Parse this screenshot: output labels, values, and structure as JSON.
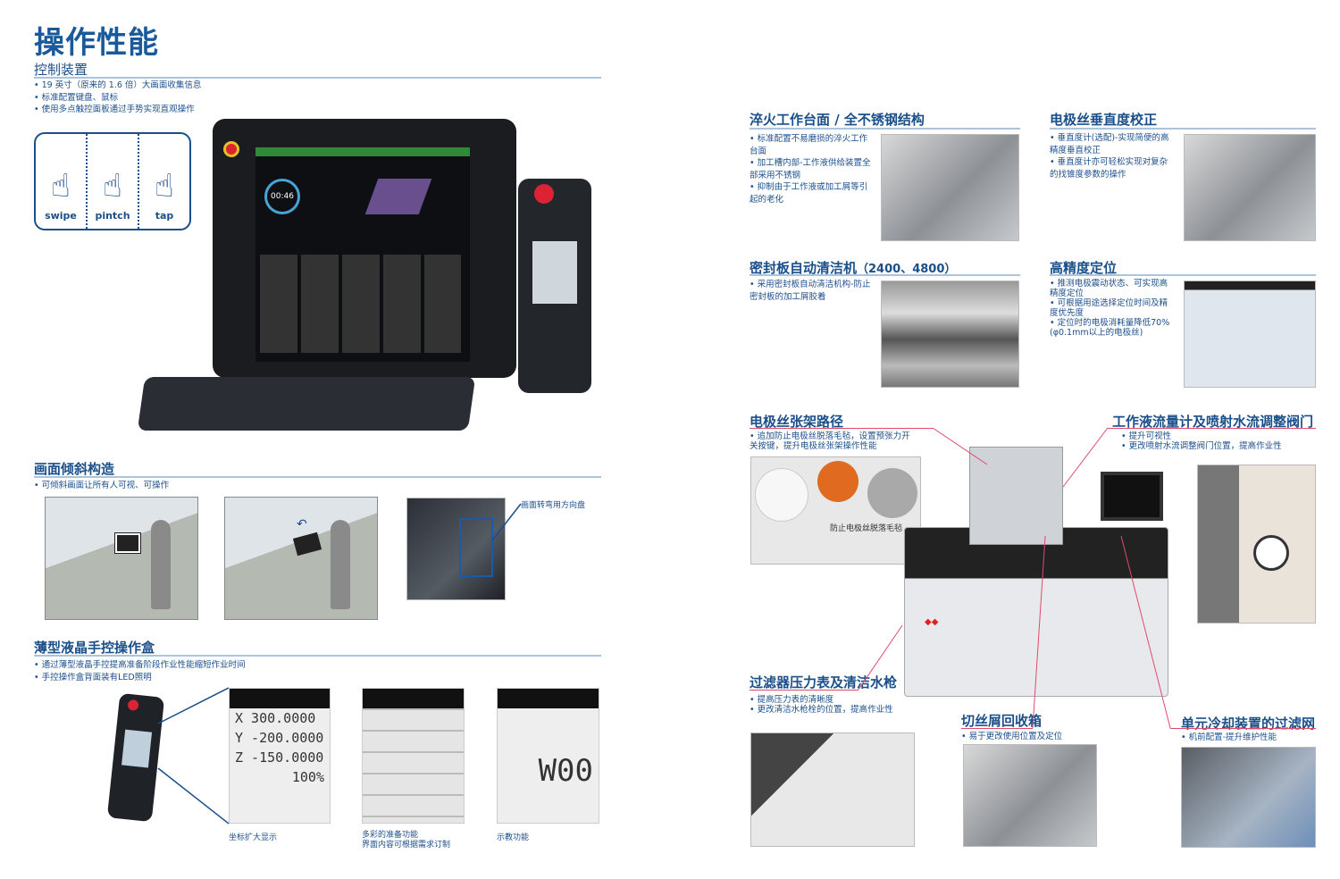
{
  "page_title": "操作性能",
  "control": {
    "title": "控制装置",
    "bullets": [
      "19 英寸（原来的 1.6 倍）大画面收集信息",
      "标准配置键盘、鼠标",
      "使用多点触控面板通过手势实现直观操作"
    ],
    "gestures": [
      "swipe",
      "pintch",
      "tap"
    ],
    "screen_time": "00:46"
  },
  "tilt": {
    "title": "画面倾斜构造",
    "bullets": [
      "可倾斜画面让所有人可视、可操作"
    ],
    "callout": "画面转弯用方向盘"
  },
  "pendant": {
    "title": "薄型液晶手控操作盒",
    "bullets": [
      "通过薄型液晶手控提高准备阶段作业性能缩短作业时间",
      "手控操作盒背面装有LED照明"
    ],
    "screen1": {
      "rows": [
        "X  300.0000",
        "Y -200.0000",
        "Z -150.0000"
      ],
      "rate": "100%"
    },
    "screen3": {
      "big": "W00"
    },
    "captions": [
      [
        "坐标扩大显示"
      ],
      [
        "多彩的准备功能",
        "界面内容可根据需求订制"
      ],
      [
        "示教功能"
      ]
    ]
  },
  "right": {
    "quench": {
      "title": "淬火工作台面 / 全不锈钢结构",
      "bullets": [
        "标准配置不易磨损的淬火工作台面",
        "加工槽内部-工作液供给装置全部采用不锈钢",
        "抑制由于工作液或加工屑等引起的老化"
      ]
    },
    "vertical": {
      "title": "电极丝垂直度校正",
      "bullets": [
        "垂直度计(选配)-实现简便的高精度垂直校正",
        "垂直度计亦可轻松实现对复杂的找锥度参数的操作"
      ]
    },
    "seal": {
      "title": "密封板自动清洁机",
      "title_suffix": "（2400、4800）",
      "bullets": [
        "采用密封板自动清洁机构-防止密封板的加工屑胶着"
      ]
    },
    "position": {
      "title": "高精度定位",
      "bullets": [
        "推测电极震动状态、可实现高精度定位",
        "可根据用途选择定位时间及精度优先度",
        "定位时的电极消耗量降低70%(φ0.1mm以上的电极丝)"
      ]
    },
    "tension": {
      "title": "电极丝张架路径",
      "bullets": [
        "追加防止电极丝脱落毛毡，设置预张力开关按键，提升电极丝张架操作性能"
      ],
      "callout": "防止电极丝脱落毛毡"
    },
    "flow": {
      "title": "工作液流量计及喷射水流调整阀门",
      "bullets": [
        "提升可视性",
        "更改喷射水流调整阀门位置，提高作业性"
      ]
    },
    "filter": {
      "title": "过滤器压力表及清洁水枪",
      "bullets": [
        "提高压力表的清晰度",
        "更改清洁水枪栓的位置，提高作业性"
      ]
    },
    "scrap": {
      "title": "切丝屑回收箱",
      "bullets": [
        "易于更改使用位置及定位"
      ]
    },
    "mesh": {
      "title": "单元冷却装置的过滤网",
      "bullets": [
        "机前配置-提升维护性能"
      ]
    }
  },
  "colors": {
    "accent": "#1a4f8a",
    "rule": "#a9c4dc",
    "callout_line": "#e24a6a"
  }
}
